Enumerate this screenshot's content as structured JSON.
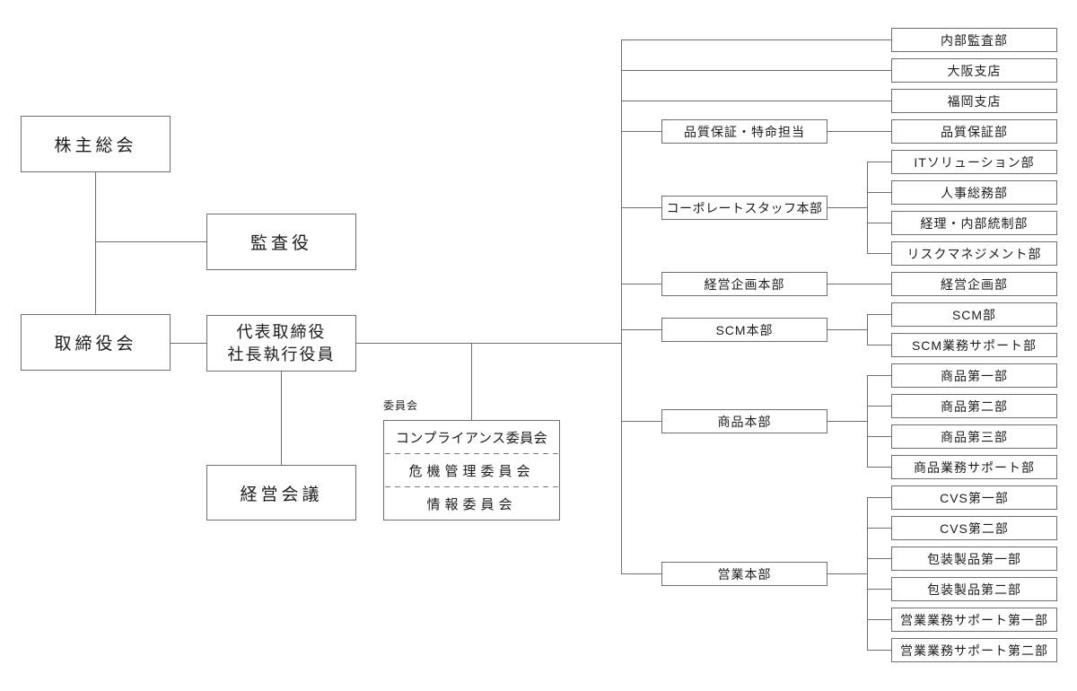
{
  "org_chart": {
    "governance": {
      "shareholders_meeting": "株主総会",
      "auditor": "監査役",
      "board_of_directors": "取締役会",
      "president_line1": "代表取締役",
      "president_line2": "社長執行役員",
      "management_council": "経営会議"
    },
    "committees": {
      "group_label": "委員会",
      "items": [
        "コンプライアンス委員会",
        "危機管理委員会",
        "情報委員会"
      ]
    },
    "direct_units": [
      "内部監査部",
      "大阪支店",
      "福岡支店"
    ],
    "divisions": [
      {
        "name": "品質保証・特命担当",
        "departments": [
          "品質保証部"
        ]
      },
      {
        "name": "コーポレートスタッフ本部",
        "departments": [
          "ITソリューション部",
          "人事総務部",
          "経理・内部統制部",
          "リスクマネジメント部"
        ]
      },
      {
        "name": "経営企画本部",
        "departments": [
          "経営企画部"
        ]
      },
      {
        "name": "SCM本部",
        "departments": [
          "SCM部",
          "SCM業務サポート部"
        ]
      },
      {
        "name": "商品本部",
        "departments": [
          "商品第一部",
          "商品第二部",
          "商品第三部",
          "商品業務サポート部"
        ]
      },
      {
        "name": "営業本部",
        "departments": [
          "CVS第一部",
          "CVS第二部",
          "包装製品第一部",
          "包装製品第二部",
          "営業業務サポート第一部",
          "営業業務サポート第二部"
        ]
      }
    ],
    "colors": {
      "background": "#ffffff",
      "line": "#6e6e6e",
      "border": "#6e6e6e",
      "text": "#1c1c1c"
    }
  }
}
